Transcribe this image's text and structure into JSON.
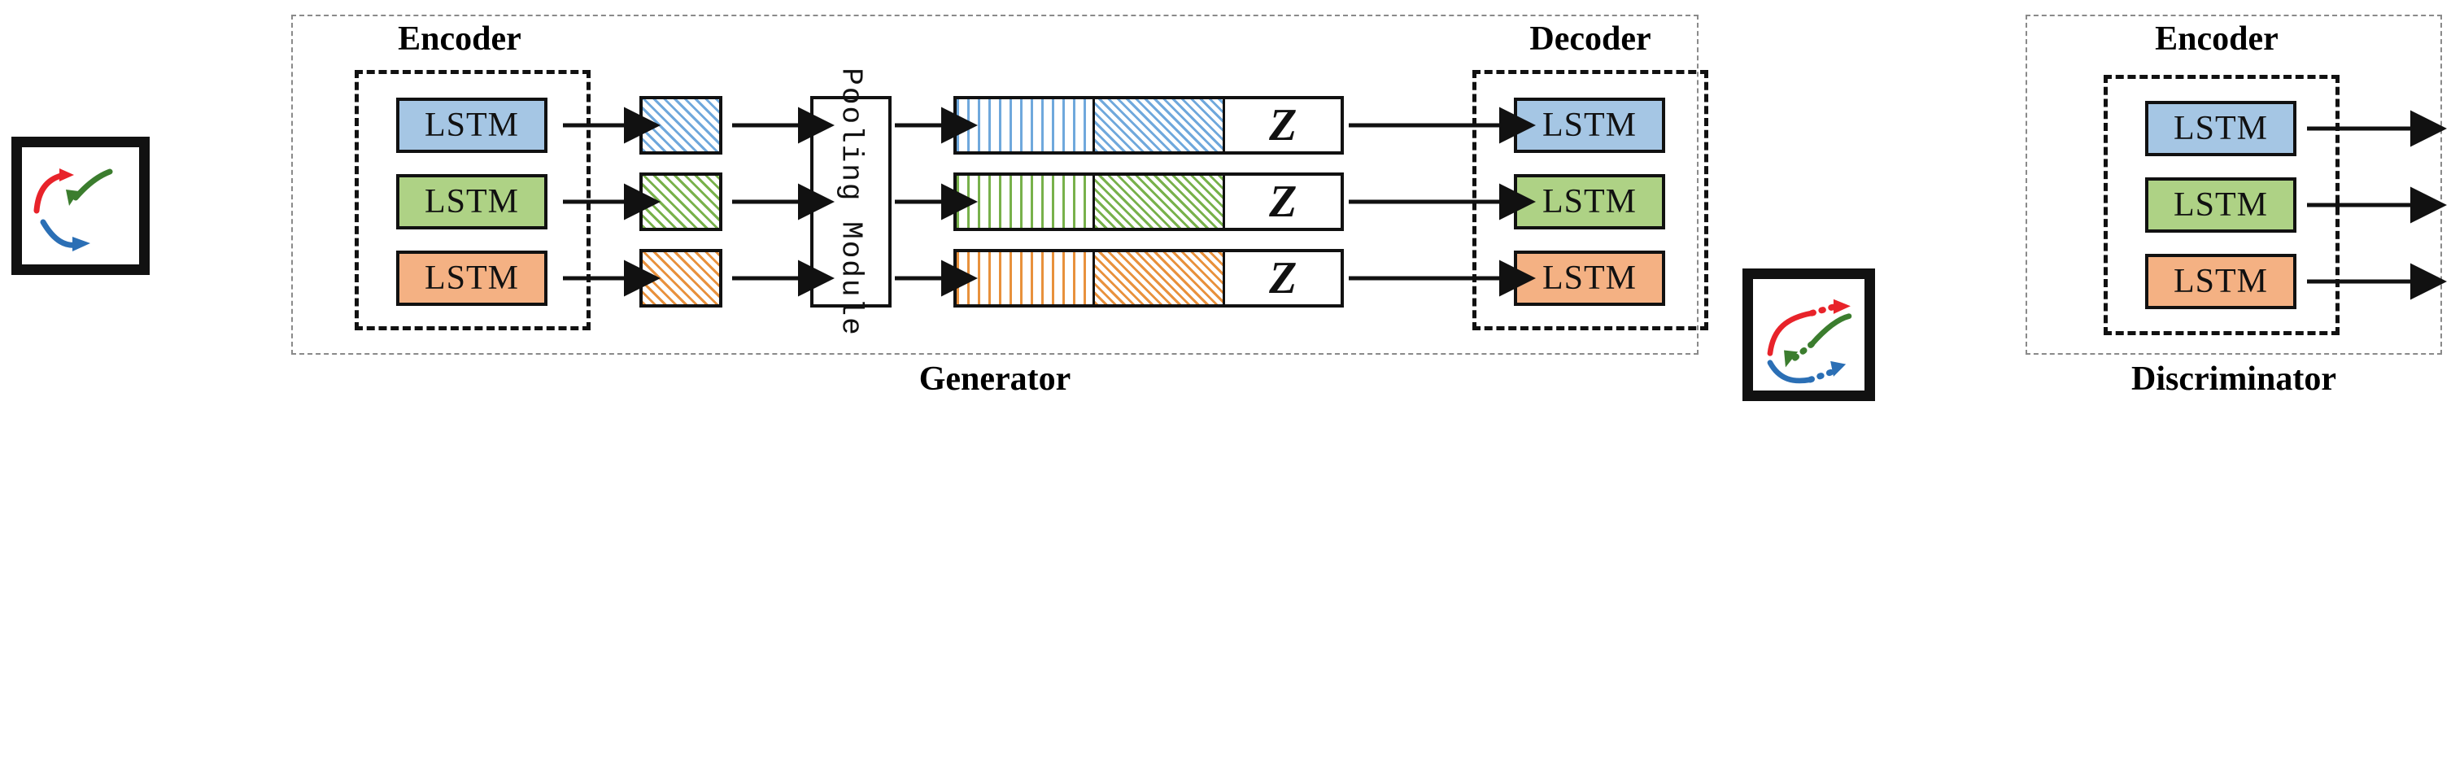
{
  "figure": {
    "type": "architecture-diagram",
    "title": "Social GAN generator / discriminator architecture"
  },
  "generator": {
    "panel_label": "Generator",
    "encoder_label": "Encoder",
    "decoder_label": "Decoder",
    "pooling_label": "Pooling Module",
    "latent_label": "Z",
    "lstm_label": "LSTM",
    "rows": [
      {
        "agent": "blue",
        "color": "#a5c6e4",
        "hatch_color": "#6fa8dc",
        "encoder_lstm": "LSTM",
        "decoder_lstm": "LSTM",
        "latent": "Z"
      },
      {
        "agent": "green",
        "color": "#aed285",
        "hatch_color": "#78b14b",
        "encoder_lstm": "LSTM",
        "decoder_lstm": "LSTM",
        "latent": "Z"
      },
      {
        "agent": "orange",
        "color": "#f4b183",
        "hatch_color": "#e8913c",
        "encoder_lstm": "LSTM",
        "decoder_lstm": "LSTM",
        "latent": "Z"
      }
    ]
  },
  "discriminator": {
    "panel_label": "Discriminator",
    "encoder_label": "Encoder",
    "lstm_label": "LSTM",
    "rows": [
      {
        "agent": "blue",
        "color": "#a5c6e4",
        "lstm": "LSTM"
      },
      {
        "agent": "green",
        "color": "#aed285",
        "lstm": "LSTM"
      },
      {
        "agent": "orange",
        "color": "#f4b183",
        "lstm": "LSTM"
      }
    ]
  },
  "trajectory_input": {
    "name": "observed-trajectories",
    "tracks": [
      {
        "color": "#e8232a",
        "style": "solid",
        "arrow": "up-right"
      },
      {
        "color": "#3b7d2e",
        "style": "solid",
        "arrow": "down-left"
      },
      {
        "color": "#2b6fb5",
        "style": "solid",
        "arrow": "right"
      }
    ]
  },
  "trajectory_output": {
    "name": "predicted-trajectories",
    "tracks": [
      {
        "color": "#e8232a",
        "style": "solid-then-dotted",
        "arrow": "up-right"
      },
      {
        "color": "#3b7d2e",
        "style": "solid-then-dotted",
        "arrow": "down-left"
      },
      {
        "color": "#2b6fb5",
        "style": "solid-then-dotted",
        "arrow": "right"
      }
    ]
  },
  "colors": {
    "blue_fill": "#a5c6e4",
    "green_fill": "#aed285",
    "orange_fill": "#f4b183",
    "stroke": "#111111",
    "group_border": "#8a8a8a",
    "red_track": "#e8232a",
    "green_track": "#3b7d2e",
    "blue_track": "#2b6fb5"
  }
}
